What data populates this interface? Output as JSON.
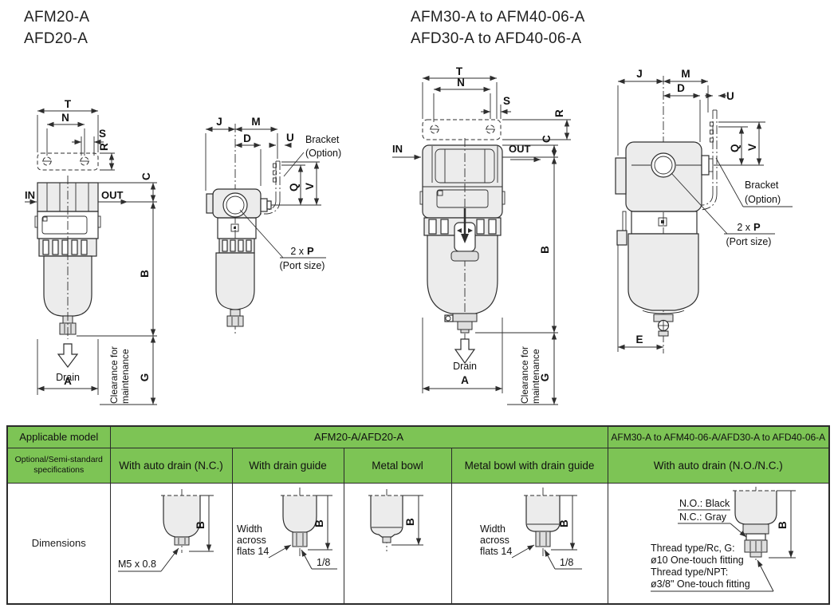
{
  "headings": {
    "left_line1": "AFM20-A",
    "left_line2": "AFD20-A",
    "right_line1": "AFM30-A to AFM40-06-A",
    "right_line2": "AFD30-A to AFD40-06-A"
  },
  "dims": {
    "T": "T",
    "N": "N",
    "S": "S",
    "R": "R",
    "C": "C",
    "B": "B",
    "A": "A",
    "G": "G",
    "J": "J",
    "M": "M",
    "D": "D",
    "U": "U",
    "Q": "Q",
    "V": "V",
    "E": "E"
  },
  "labels": {
    "in": "IN",
    "out": "OUT",
    "drain": "Drain",
    "clearance_line1": "Clearance for",
    "clearance_line2": "maintenance",
    "bracket": "Bracket",
    "bracket_option": "(Option)",
    "port_qty": "2 x",
    "port_p": "P",
    "port_size": "(Port size)"
  },
  "table": {
    "applicable_model_label": "Applicable model",
    "group_small": "AFM20-A/AFD20-A",
    "group_large": "AFM30-A to AFM40-06-A/AFD30-A to AFD40-06-A",
    "spec_label_line1": "Optional/Semi-standard",
    "spec_label_line2": "specifications",
    "specs": [
      "With auto drain (N.C.)",
      "With drain guide",
      "Metal bowl",
      "Metal bowl with drain guide",
      "With auto drain (N.O./N.C.)"
    ],
    "dimensions_label": "Dimensions",
    "cells": {
      "auto_drain_nc": {
        "thread": "M5 x 0.8"
      },
      "drain_guide": {
        "width_lines": [
          "Width",
          "across",
          "flats 14"
        ],
        "thread": "1/8"
      },
      "metal_bowl_guide": {
        "width_lines": [
          "Width",
          "across",
          "flats 14"
        ],
        "thread": "1/8"
      },
      "auto_drain_nonc": {
        "no": "N.O.: Black",
        "nc": "N.C.: Gray",
        "thread_lines": [
          "Thread type/Rc, G:",
          "ø10 One-touch fitting",
          "Thread type/NPT:",
          "ø3/8\" One-touch fitting"
        ]
      }
    }
  },
  "colors": {
    "table_header_green": "#7dc455",
    "line": "#2e2e2e",
    "fill_light": "#ececec"
  }
}
